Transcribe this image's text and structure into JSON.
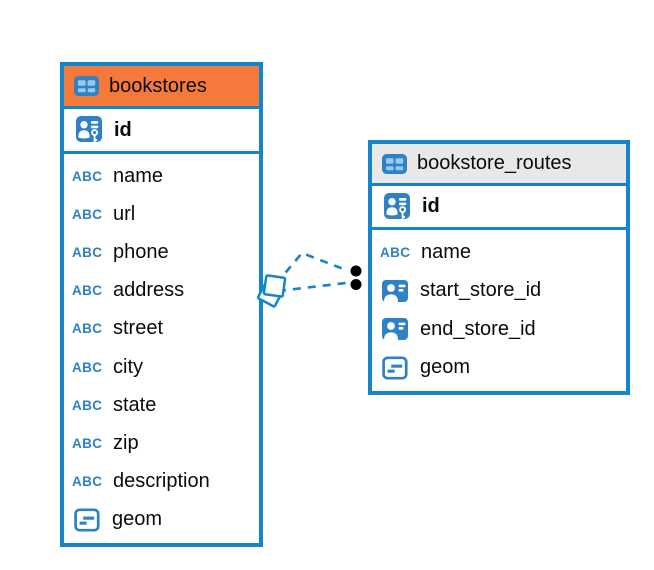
{
  "colors": {
    "accent_blue": "#1385c8",
    "icon_blue": "#2e81c4",
    "icon_blue_light": "#9ac9ec",
    "bookstores_header": "#f5793b",
    "bookstore_routes_header": "#e8e8e8",
    "link_marker_black": "#000000",
    "background": "#ffffff"
  },
  "icon_glyphs": {
    "text-icon": "ABC"
  },
  "tables": [
    {
      "name": "bookstores",
      "header_color": "#f5793b",
      "columns": [
        {
          "name": "id",
          "icon": "primary-key-icon",
          "key": true
        },
        {
          "name": "name",
          "icon": "text-icon"
        },
        {
          "name": "url",
          "icon": "text-icon"
        },
        {
          "name": "phone",
          "icon": "text-icon"
        },
        {
          "name": "address",
          "icon": "text-icon"
        },
        {
          "name": "street",
          "icon": "text-icon"
        },
        {
          "name": "city",
          "icon": "text-icon"
        },
        {
          "name": "state",
          "icon": "text-icon"
        },
        {
          "name": "zip",
          "icon": "text-icon"
        },
        {
          "name": "description",
          "icon": "text-icon"
        },
        {
          "name": "geom",
          "icon": "geometry-icon"
        }
      ]
    },
    {
      "name": "bookstore_routes",
      "header_color": "#e8e8e8",
      "columns": [
        {
          "name": "id",
          "icon": "primary-key-icon",
          "key": true
        },
        {
          "name": "name",
          "icon": "text-icon"
        },
        {
          "name": "start_store_id",
          "icon": "reference-icon"
        },
        {
          "name": "end_store_id",
          "icon": "reference-icon"
        },
        {
          "name": "geom",
          "icon": "geometry-icon"
        }
      ]
    }
  ],
  "relationships": [
    {
      "from": "bookstore_routes.start_store_id",
      "to": "bookstores.id",
      "line_style": "dashed"
    },
    {
      "from": "bookstore_routes.end_store_id",
      "to": "bookstores.id",
      "line_style": "dashed"
    }
  ]
}
